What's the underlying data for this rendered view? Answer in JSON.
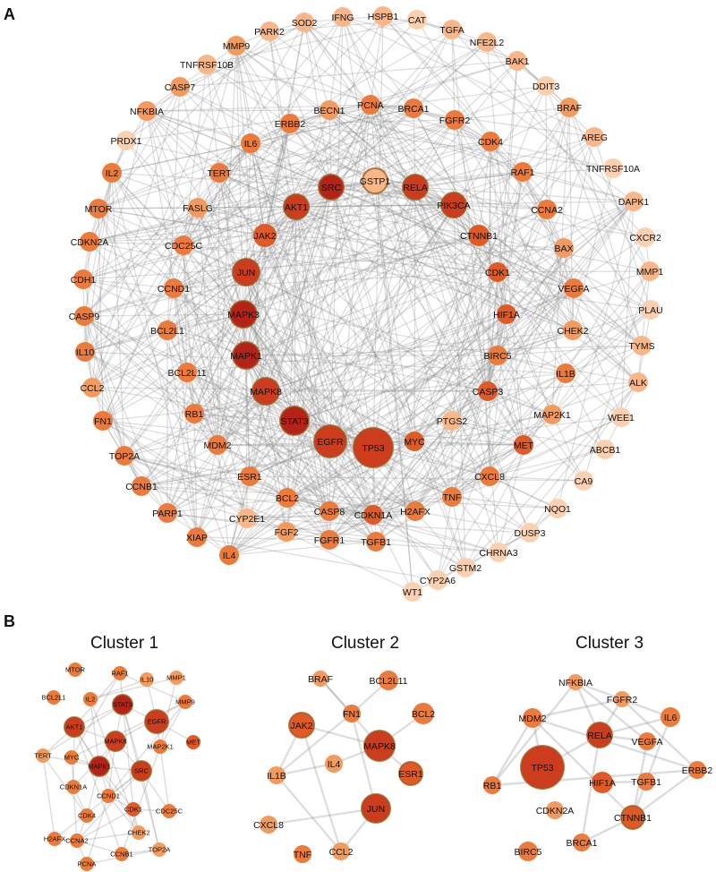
{
  "panels": {
    "a": "A",
    "b": "B"
  },
  "cluster_titles": [
    "Cluster 1",
    "Cluster 2",
    "Cluster 3"
  ],
  "colors": {
    "c1": "#FBD0B0",
    "c2": "#F8B689",
    "c3": "#F39A5E",
    "c4": "#EB7A3B",
    "c5": "#E05A26",
    "c6": "#CC3C1D",
    "c7": "#B52318",
    "edge": "#8a8a8a",
    "ring": "#9a5a1a"
  },
  "network_a": {
    "nodes": [
      {
        "id": "TP53",
        "c": 6,
        "s": 22
      },
      {
        "id": "EGFR",
        "c": 6,
        "s": 18
      },
      {
        "id": "STAT3",
        "c": 7,
        "s": 16
      },
      {
        "id": "MAPK1",
        "c": 7,
        "s": 15
      },
      {
        "id": "MAPK3",
        "c": 7,
        "s": 15
      },
      {
        "id": "MAPK8",
        "c": 6,
        "s": 15
      },
      {
        "id": "JUN",
        "c": 6,
        "s": 15
      },
      {
        "id": "JAK2",
        "c": 5,
        "s": 13
      },
      {
        "id": "AKT1",
        "c": 6,
        "s": 14
      },
      {
        "id": "SRC",
        "c": 7,
        "s": 14
      },
      {
        "id": "GSTP1",
        "c": 2,
        "s": 14
      },
      {
        "id": "RELA",
        "c": 6,
        "s": 14
      },
      {
        "id": "PIK3CA",
        "c": 6,
        "s": 14
      },
      {
        "id": "CTNNB1",
        "c": 5,
        "s": 12
      },
      {
        "id": "CDK1",
        "c": 5,
        "s": 11
      },
      {
        "id": "HIF1A",
        "c": 5,
        "s": 11
      },
      {
        "id": "BIRC5",
        "c": 4,
        "s": 11
      },
      {
        "id": "CASP3",
        "c": 5,
        "s": 11
      },
      {
        "id": "PTGS2",
        "c": 2,
        "s": 11
      },
      {
        "id": "MYC",
        "c": 5,
        "s": 11
      },
      {
        "id": "CDKN1A",
        "c": 5,
        "s": 11
      },
      {
        "id": "CASP8",
        "c": 4,
        "s": 11
      },
      {
        "id": "BCL2",
        "c": 4,
        "s": 11
      },
      {
        "id": "ESR1",
        "c": 4,
        "s": 11
      },
      {
        "id": "MDM2",
        "c": 4,
        "s": 11
      },
      {
        "id": "RB1",
        "c": 4,
        "s": 11
      },
      {
        "id": "BCL2L11",
        "c": 4,
        "s": 11
      },
      {
        "id": "BCL2L1",
        "c": 4,
        "s": 11
      },
      {
        "id": "CCND1",
        "c": 4,
        "s": 11
      },
      {
        "id": "CDC25C",
        "c": 4,
        "s": 11
      },
      {
        "id": "FASLG",
        "c": 3,
        "s": 11
      },
      {
        "id": "TERT",
        "c": 4,
        "s": 11
      },
      {
        "id": "IL6",
        "c": 4,
        "s": 11
      },
      {
        "id": "ERBB2",
        "c": 4,
        "s": 11
      },
      {
        "id": "BECN1",
        "c": 3,
        "s": 11
      },
      {
        "id": "PCNA",
        "c": 4,
        "s": 11
      },
      {
        "id": "BRCA1",
        "c": 4,
        "s": 11
      },
      {
        "id": "FGFR2",
        "c": 4,
        "s": 11
      },
      {
        "id": "CDK4",
        "c": 4,
        "s": 11
      },
      {
        "id": "RAF1",
        "c": 4,
        "s": 11
      },
      {
        "id": "CCNA2",
        "c": 4,
        "s": 11
      },
      {
        "id": "BAX",
        "c": 3,
        "s": 11
      },
      {
        "id": "VEGFA",
        "c": 4,
        "s": 11
      },
      {
        "id": "CHEK2",
        "c": 3,
        "s": 11
      },
      {
        "id": "IL1B",
        "c": 4,
        "s": 11
      },
      {
        "id": "MAP2K1",
        "c": 3,
        "s": 11
      },
      {
        "id": "MET",
        "c": 5,
        "s": 11
      },
      {
        "id": "CXCL8",
        "c": 4,
        "s": 11
      },
      {
        "id": "TNF",
        "c": 4,
        "s": 11
      },
      {
        "id": "H2AFX",
        "c": 4,
        "s": 11
      },
      {
        "id": "TGFB1",
        "c": 4,
        "s": 11
      },
      {
        "id": "FGFR1",
        "c": 4,
        "s": 11
      },
      {
        "id": "FGF2",
        "c": 3,
        "s": 11
      },
      {
        "id": "CYP2E1",
        "c": 2,
        "s": 11
      },
      {
        "id": "IL4",
        "c": 4,
        "s": 11
      },
      {
        "id": "XIAP",
        "c": 4,
        "s": 11
      },
      {
        "id": "PARP1",
        "c": 4,
        "s": 11
      },
      {
        "id": "CCNB1",
        "c": 4,
        "s": 11
      },
      {
        "id": "TOP2A",
        "c": 4,
        "s": 11
      },
      {
        "id": "FN1",
        "c": 4,
        "s": 11
      },
      {
        "id": "CCL2",
        "c": 3,
        "s": 11
      },
      {
        "id": "IL10",
        "c": 4,
        "s": 11
      },
      {
        "id": "CASP9",
        "c": 4,
        "s": 11
      },
      {
        "id": "CDH1",
        "c": 4,
        "s": 11
      },
      {
        "id": "CDKN2A",
        "c": 4,
        "s": 11
      },
      {
        "id": "MTOR",
        "c": 4,
        "s": 11
      },
      {
        "id": "IL2",
        "c": 4,
        "s": 11
      },
      {
        "id": "PRDX1",
        "c": 1,
        "s": 11
      },
      {
        "id": "NFKBIA",
        "c": 3,
        "s": 11
      },
      {
        "id": "CASP7",
        "c": 3,
        "s": 11
      },
      {
        "id": "TNFRSF10B",
        "c": 2,
        "s": 11
      },
      {
        "id": "MMP9",
        "c": 3,
        "s": 11
      },
      {
        "id": "PARK2",
        "c": 2,
        "s": 11
      },
      {
        "id": "SOD2",
        "c": 2,
        "s": 11
      },
      {
        "id": "IFNG",
        "c": 2,
        "s": 11
      },
      {
        "id": "HSPB1",
        "c": 2,
        "s": 11
      },
      {
        "id": "CAT",
        "c": 1,
        "s": 11
      },
      {
        "id": "TGFA",
        "c": 2,
        "s": 11
      },
      {
        "id": "NFE2L2",
        "c": 2,
        "s": 11
      },
      {
        "id": "BAK1",
        "c": 2,
        "s": 11
      },
      {
        "id": "DDIT3",
        "c": 1,
        "s": 11
      },
      {
        "id": "BRAF",
        "c": 3,
        "s": 11
      },
      {
        "id": "AREG",
        "c": 2,
        "s": 11
      },
      {
        "id": "TNFRSF10A",
        "c": 1,
        "s": 11
      },
      {
        "id": "DAPK1",
        "c": 2,
        "s": 11
      },
      {
        "id": "CXCR2",
        "c": 1,
        "s": 11
      },
      {
        "id": "MMP1",
        "c": 2,
        "s": 11
      },
      {
        "id": "PLAU",
        "c": 1,
        "s": 11
      },
      {
        "id": "TYMS",
        "c": 2,
        "s": 11
      },
      {
        "id": "ALK",
        "c": 2,
        "s": 11
      },
      {
        "id": "WEE1",
        "c": 1,
        "s": 11
      },
      {
        "id": "ABCB1",
        "c": 1,
        "s": 11
      },
      {
        "id": "CA9",
        "c": 1,
        "s": 11
      },
      {
        "id": "NQO1",
        "c": 1,
        "s": 11
      },
      {
        "id": "DUSP3",
        "c": 1,
        "s": 11
      },
      {
        "id": "CHRNA3",
        "c": 1,
        "s": 11
      },
      {
        "id": "GSTM2",
        "c": 1,
        "s": 11
      },
      {
        "id": "CYP2A6",
        "c": 1,
        "s": 11
      },
      {
        "id": "WT1",
        "c": 1,
        "s": 11
      }
    ]
  },
  "clusters": [
    {
      "nodes": [
        {
          "id": "MTOR",
          "c": 4,
          "s": 8
        },
        {
          "id": "RAF1",
          "c": 4,
          "s": 8
        },
        {
          "id": "IL10",
          "c": 3,
          "s": 8
        },
        {
          "id": "MMP1",
          "c": 3,
          "s": 8
        },
        {
          "id": "BCL2L1",
          "c": 4,
          "s": 8
        },
        {
          "id": "IL2",
          "c": 4,
          "s": 8
        },
        {
          "id": "STAT3",
          "c": 7,
          "s": 11
        },
        {
          "id": "MMP9",
          "c": 4,
          "s": 8
        },
        {
          "id": "AKT1",
          "c": 6,
          "s": 11
        },
        {
          "id": "EGFR",
          "c": 6,
          "s": 13
        },
        {
          "id": "MAPK8",
          "c": 6,
          "s": 11
        },
        {
          "id": "MAP2K1",
          "c": 4,
          "s": 8
        },
        {
          "id": "TERT",
          "c": 3,
          "s": 8
        },
        {
          "id": "MYC",
          "c": 4,
          "s": 8
        },
        {
          "id": "MET",
          "c": 5,
          "s": 8
        },
        {
          "id": "MAPK1",
          "c": 7,
          "s": 11
        },
        {
          "id": "SRC",
          "c": 6,
          "s": 11
        },
        {
          "id": "CDKN1A",
          "c": 4,
          "s": 8
        },
        {
          "id": "CCND1",
          "c": 4,
          "s": 8
        },
        {
          "id": "CDK1",
          "c": 5,
          "s": 8
        },
        {
          "id": "CDC25C",
          "c": 4,
          "s": 8
        },
        {
          "id": "CDK4",
          "c": 4,
          "s": 8
        },
        {
          "id": "CHEK2",
          "c": 3,
          "s": 8
        },
        {
          "id": "H2AFX",
          "c": 4,
          "s": 8
        },
        {
          "id": "CCNA2",
          "c": 4,
          "s": 8
        },
        {
          "id": "CCNB1",
          "c": 4,
          "s": 8
        },
        {
          "id": "TOP2A",
          "c": 3,
          "s": 8
        },
        {
          "id": "PCNA",
          "c": 4,
          "s": 8
        }
      ]
    },
    {
      "nodes": [
        {
          "id": "BRAF",
          "c": 3,
          "s": 9
        },
        {
          "id": "BCL2L11",
          "c": 4,
          "s": 11
        },
        {
          "id": "JAK2",
          "c": 5,
          "s": 14
        },
        {
          "id": "FN1",
          "c": 4,
          "s": 10
        },
        {
          "id": "BCL2",
          "c": 4,
          "s": 12
        },
        {
          "id": "MAPK8",
          "c": 6,
          "s": 17
        },
        {
          "id": "IL4",
          "c": 3,
          "s": 10
        },
        {
          "id": "IL1B",
          "c": 3,
          "s": 10
        },
        {
          "id": "ESR1",
          "c": 5,
          "s": 13
        },
        {
          "id": "JUN",
          "c": 6,
          "s": 16
        },
        {
          "id": "CXCL8",
          "c": 3,
          "s": 10
        },
        {
          "id": "TNF",
          "c": 4,
          "s": 10
        },
        {
          "id": "CCL2",
          "c": 3,
          "s": 10
        }
      ]
    },
    {
      "nodes": [
        {
          "id": "NFKBIA",
          "c": 3,
          "s": 9
        },
        {
          "id": "FGFR2",
          "c": 3,
          "s": 9
        },
        {
          "id": "MDM2",
          "c": 4,
          "s": 11
        },
        {
          "id": "RELA",
          "c": 6,
          "s": 14
        },
        {
          "id": "IL6",
          "c": 4,
          "s": 11
        },
        {
          "id": "VEGFA",
          "c": 4,
          "s": 10
        },
        {
          "id": "TP53",
          "c": 6,
          "s": 24
        },
        {
          "id": "RB1",
          "c": 4,
          "s": 10
        },
        {
          "id": "HIF1A",
          "c": 5,
          "s": 12
        },
        {
          "id": "TGFB1",
          "c": 4,
          "s": 10
        },
        {
          "id": "ERBB2",
          "c": 4,
          "s": 10
        },
        {
          "id": "CDKN2A",
          "c": 3,
          "s": 10
        },
        {
          "id": "CTNNB1",
          "c": 5,
          "s": 13
        },
        {
          "id": "BIRC5",
          "c": 4,
          "s": 11
        },
        {
          "id": "BRCA1",
          "c": 4,
          "s": 10
        }
      ]
    }
  ]
}
